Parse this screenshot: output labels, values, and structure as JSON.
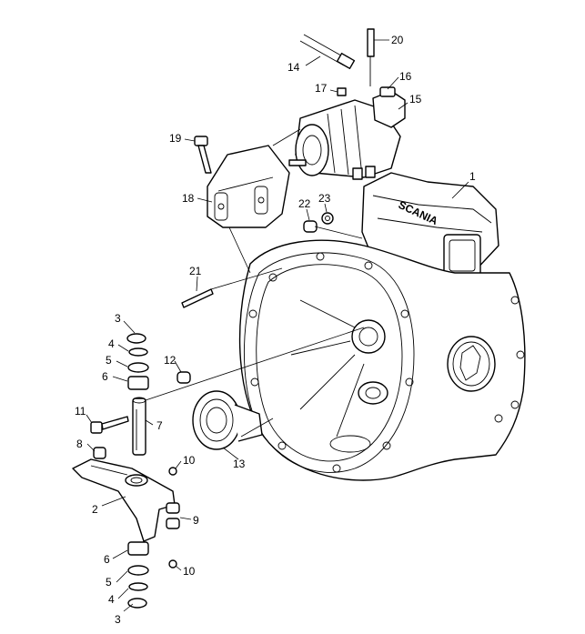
{
  "callouts": [
    {
      "id": "1",
      "text": "1"
    },
    {
      "id": "2",
      "text": "2"
    },
    {
      "id": "3a",
      "text": "3"
    },
    {
      "id": "3b",
      "text": "3"
    },
    {
      "id": "4a",
      "text": "4"
    },
    {
      "id": "4b",
      "text": "4"
    },
    {
      "id": "5a",
      "text": "5"
    },
    {
      "id": "5b",
      "text": "5"
    },
    {
      "id": "6a",
      "text": "6"
    },
    {
      "id": "6b",
      "text": "6"
    },
    {
      "id": "7",
      "text": "7"
    },
    {
      "id": "8",
      "text": "8"
    },
    {
      "id": "9",
      "text": "9"
    },
    {
      "id": "10a",
      "text": "10"
    },
    {
      "id": "10b",
      "text": "10"
    },
    {
      "id": "11",
      "text": "11"
    },
    {
      "id": "12",
      "text": "12"
    },
    {
      "id": "13",
      "text": "13"
    },
    {
      "id": "14",
      "text": "14"
    },
    {
      "id": "15",
      "text": "15"
    },
    {
      "id": "16",
      "text": "16"
    },
    {
      "id": "17",
      "text": "17"
    },
    {
      "id": "18",
      "text": "18"
    },
    {
      "id": "19",
      "text": "19"
    },
    {
      "id": "20",
      "text": "20"
    },
    {
      "id": "21",
      "text": "21"
    },
    {
      "id": "22",
      "text": "22"
    },
    {
      "id": "23",
      "text": "23"
    }
  ],
  "housing_logo": "SCANIA"
}
